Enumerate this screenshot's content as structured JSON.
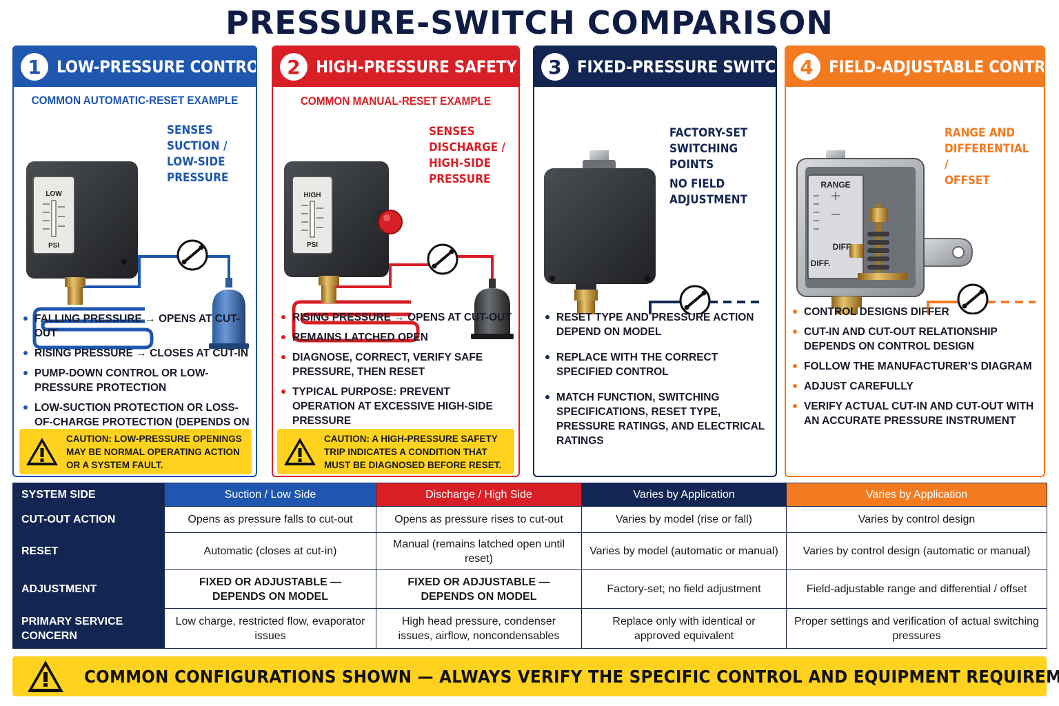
{
  "title": "PRESSURE-SWITCH COMPARISON",
  "colors": {
    "blue": "#1e56b0",
    "red": "#d91f26",
    "navy": "#132552",
    "orange": "#f47a1f",
    "yellow": "#ffd21f"
  },
  "panels": [
    {
      "num": "1",
      "title": "LOW-PRESSURE CONTROL",
      "subhead": "COMMON AUTOMATIC-RESET EXAMPLE",
      "gauge_label": "LOW",
      "gauge_unit": "PSI",
      "note": [
        "SENSES",
        "SUCTION /",
        "LOW-SIDE",
        "PRESSURE"
      ],
      "bullets": [
        "FALLING PRESSURE → OPENS AT CUT-OUT",
        "RISING PRESSURE → CLOSES AT CUT-IN",
        "PUMP-DOWN CONTROL OR LOW-PRESSURE PROTECTION",
        "LOW-SUCTION PROTECTION OR LOSS-OF-CHARGE PROTECTION (DEPENDS ON EQUIPMENT)"
      ],
      "caution_label": "CAUTION:",
      "caution_text": "LOW-PRESSURE OPENINGS MAY BE NORMAL OPERATING ACTION OR A SYSTEM FAULT."
    },
    {
      "num": "2",
      "title": "HIGH-PRESSURE SAFETY",
      "subhead": "COMMON MANUAL-RESET EXAMPLE",
      "gauge_label": "HIGH",
      "gauge_unit": "PSI",
      "note": [
        "SENSES",
        "DISCHARGE /",
        "HIGH-SIDE",
        "PRESSURE"
      ],
      "bullets": [
        "RISING PRESSURE → OPENS AT CUT-OUT",
        "REMAINS LATCHED OPEN",
        "DIAGNOSE, CORRECT, VERIFY SAFE PRESSURE, THEN RESET",
        "TYPICAL PURPOSE: PREVENT OPERATION AT EXCESSIVE HIGH-SIDE PRESSURE"
      ],
      "caution_label": "CAUTION:",
      "caution_text": "A HIGH-PRESSURE SAFETY TRIP INDICATES A CONDITION THAT MUST BE DIAGNOSED BEFORE RESET."
    },
    {
      "num": "3",
      "title": "FIXED-PRESSURE SWITCH",
      "note": [
        "FACTORY-SET",
        "SWITCHING POINTS"
      ],
      "note2": [
        "NO FIELD",
        "ADJUSTMENT"
      ],
      "bullets": [
        "RESET TYPE AND PRESSURE ACTION DEPEND ON MODEL",
        "REPLACE WITH THE CORRECT SPECIFIED CONTROL",
        "MATCH FUNCTION, SWITCHING SPECIFICATIONS, RESET TYPE, PRESSURE RATINGS, AND ELECTRICAL RATINGS"
      ]
    },
    {
      "num": "4",
      "title": "FIELD-ADJUSTABLE CONTROL",
      "range_label": "RANGE",
      "diff_label": "DIFF.",
      "note": [
        "RANGE AND",
        "DIFFERENTIAL /",
        "OFFSET"
      ],
      "bullets": [
        "CONTROL DESIGNS DIFFER",
        "CUT-IN AND CUT-OUT RELATIONSHIP DEPENDS ON CONTROL DESIGN",
        "FOLLOW THE MANUFACTURER’S DIAGRAM",
        "ADJUST CAREFULLY",
        "VERIFY ACTUAL CUT-IN AND CUT-OUT WITH AN ACCURATE PRESSURE INSTRUMENT"
      ]
    }
  ],
  "table": {
    "rows": [
      {
        "label": "SYSTEM SIDE",
        "cells": [
          "Suction / Low Side",
          "Discharge / High Side",
          "Varies by Application",
          "Varies by Application"
        ]
      },
      {
        "label": "CUT-OUT ACTION",
        "cells": [
          "Opens as pressure falls to cut-out",
          "Opens as pressure rises to cut-out",
          "Varies by model (rise or fall)",
          "Varies by control design"
        ]
      },
      {
        "label": "RESET",
        "cells": [
          "Automatic (closes at cut-in)",
          "Manual (remains latched open until reset)",
          "Varies by model (automatic or manual)",
          "Varies by control design (automatic or manual)"
        ]
      },
      {
        "label": "ADJUSTMENT",
        "cells": [
          "FIXED OR ADJUSTABLE — DEPENDS ON MODEL",
          "FIXED OR ADJUSTABLE — DEPENDS ON MODEL",
          "Factory-set; no field adjustment",
          "Field-adjustable range and differential / offset"
        ]
      },
      {
        "label": "PRIMARY SERVICE CONCERN",
        "cells": [
          "Low charge, restricted flow, evaporator issues",
          "High head pressure, condenser issues, airflow, noncondensables",
          "Replace only with identical or approved equivalent",
          "Proper settings and verification of actual switching pressures"
        ]
      }
    ]
  },
  "footer": "COMMON CONFIGURATIONS SHOWN — ALWAYS VERIFY THE SPECIFIC CONTROL AND EQUIPMENT REQUIREMENTS"
}
